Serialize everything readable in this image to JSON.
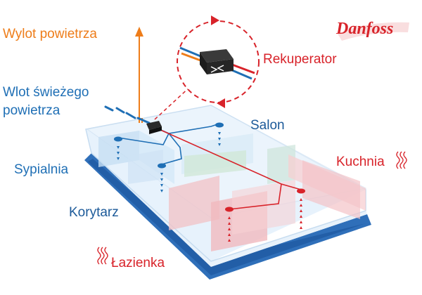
{
  "brand": {
    "logo": "Danfoss",
    "color": "#d8232a"
  },
  "colors": {
    "exhaust": "#ee7d1a",
    "fresh": "#1f6fb5",
    "return": "#d8232a",
    "text_dark": "#1c5a99"
  },
  "labels": {
    "exhaust_outlet": "Wylot powietrza",
    "fresh_inlet_line1": "Wlot świeżego",
    "fresh_inlet_line2": "powietrza",
    "recuperator": "Rekuperator",
    "living_room": "Salon",
    "kitchen": "Kuchnia",
    "bedroom": "Sypialnia",
    "corridor": "Korytarz",
    "bathroom": "Łazienka"
  },
  "icons": {
    "exhaust_arrow": "arrow-up-icon",
    "fresh_air": "wind-dash-icon",
    "steam": "steam-icon",
    "supply_vent": "vent-down-arrows-icon",
    "extract_vent": "vent-up-arrows-icon"
  }
}
